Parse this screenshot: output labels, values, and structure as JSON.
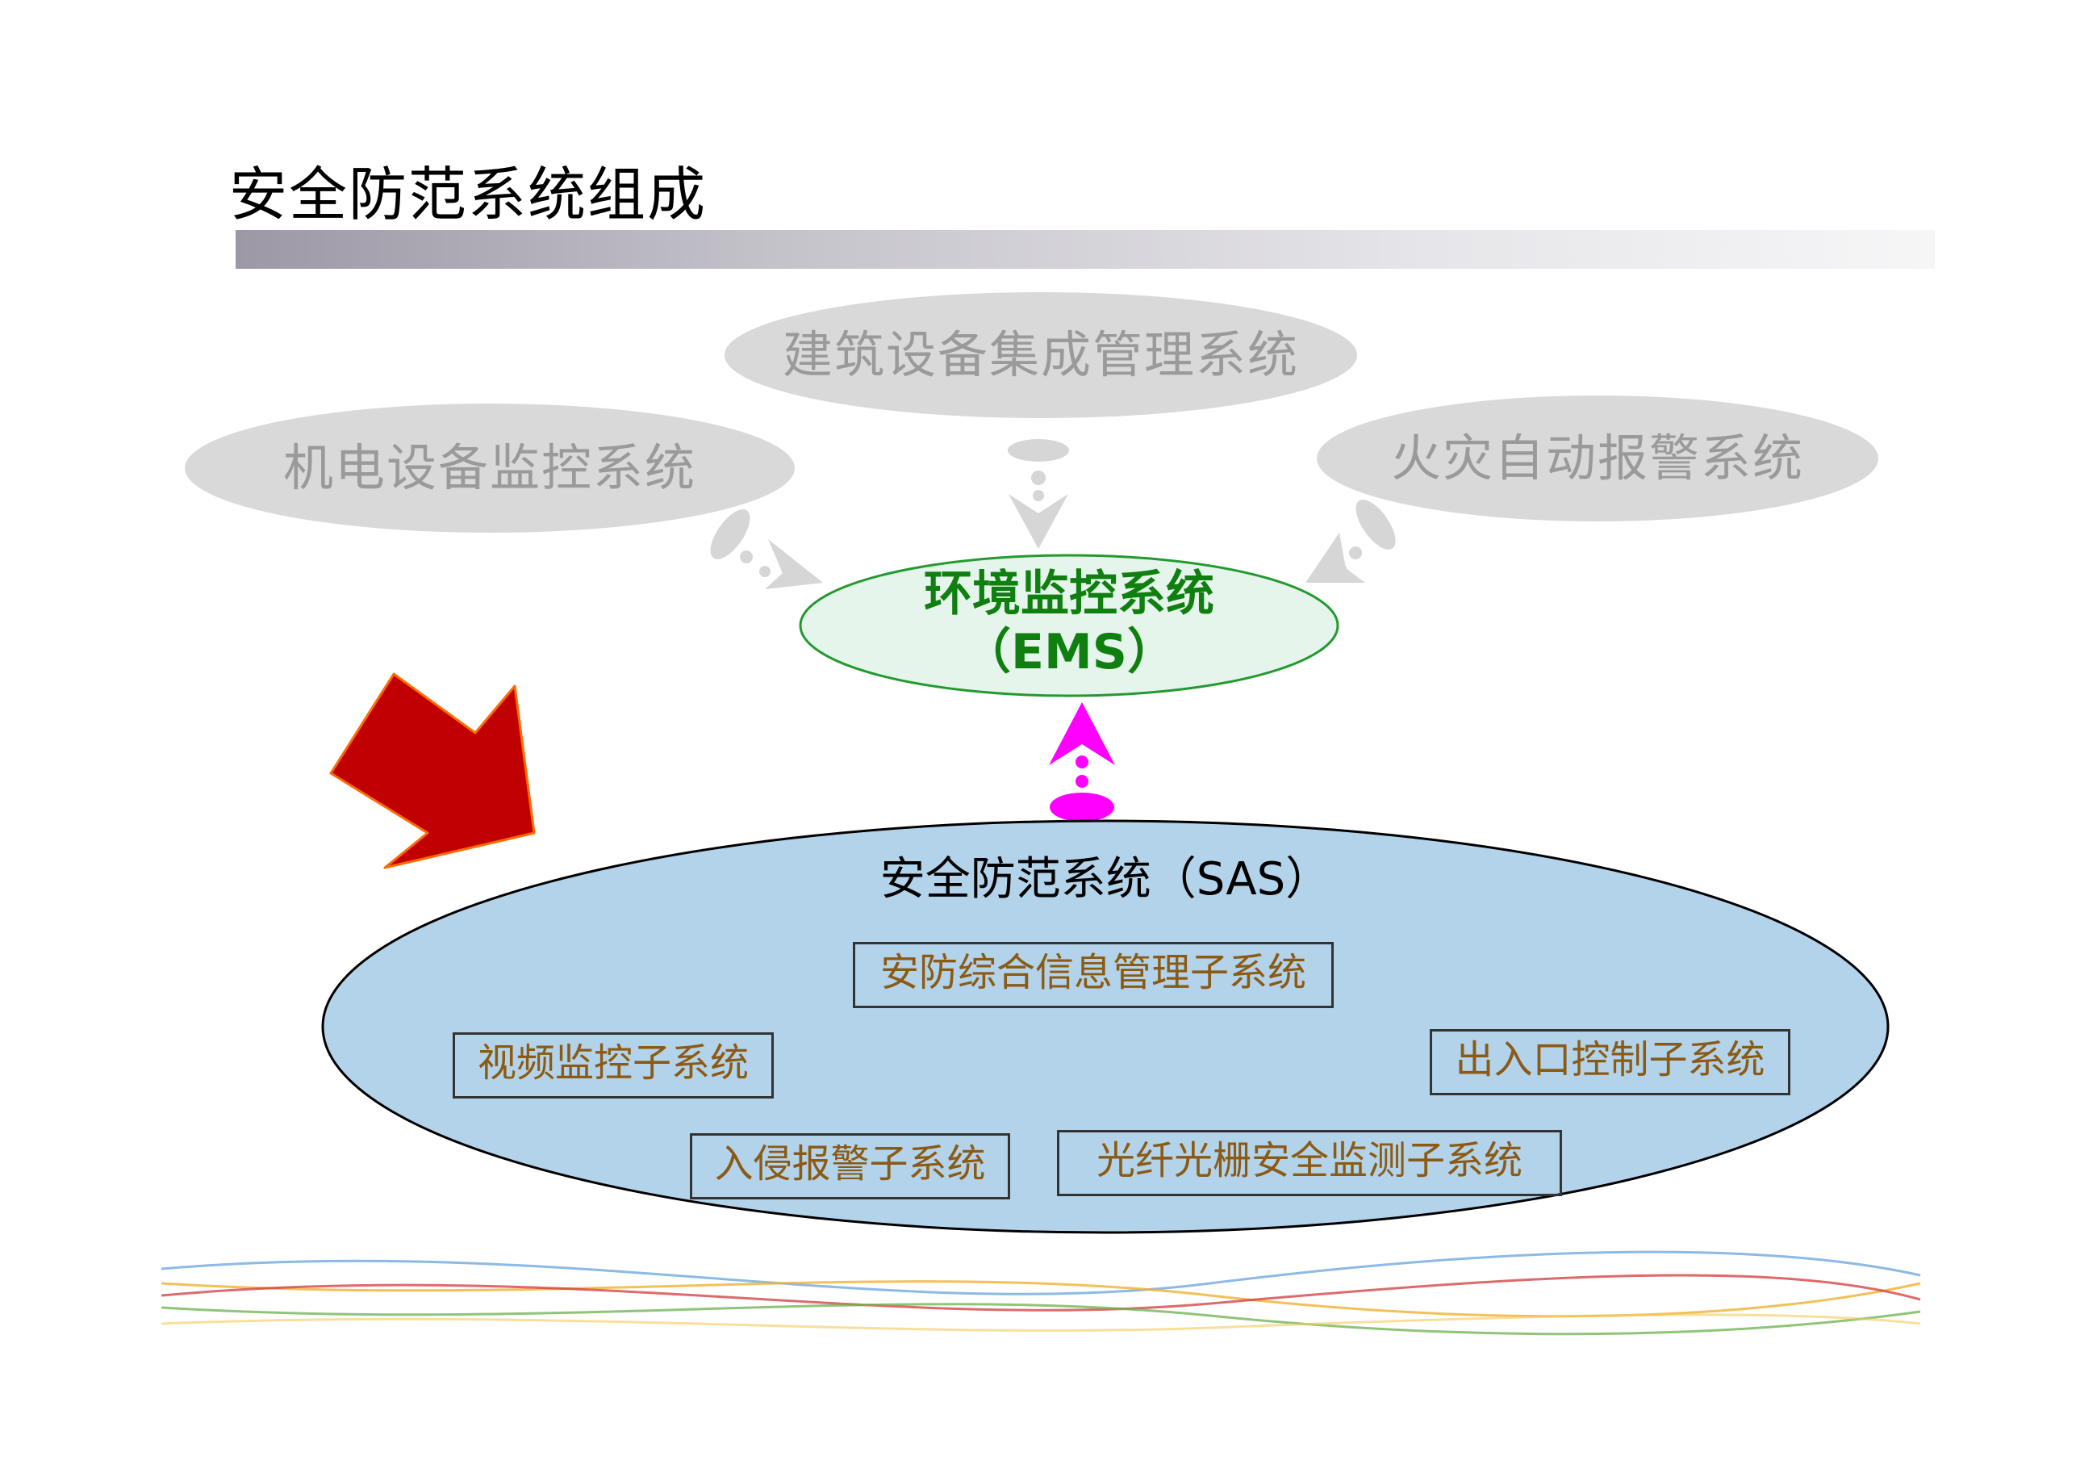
{
  "title": "安全防范系统组成",
  "peers": {
    "building": "建筑设备集成管理系统",
    "electro": "机电设备监控系统",
    "fire": "火灾自动报警系统"
  },
  "ems": {
    "name": "环境监控系统",
    "abbr": "（EMS）"
  },
  "sas": {
    "name": "安全防范系统（SAS）",
    "subsystems": {
      "info": "安防综合信息管理子系统",
      "video": "视频监控子系统",
      "access": "出入口控制子系统",
      "intrusion": "入侵报警子系统",
      "fiber": "光纤光栅安全监测子系统"
    }
  },
  "colors": {
    "peer_fill": "#d9d9d9",
    "peer_text": "#9a9a9a",
    "ems_fill": "#e6f5ec",
    "ems_text": "#0f7f0f",
    "sas_fill": "#b3d3ea",
    "sub_text": "#8b5a14",
    "connector_grey": "#d6d6d6",
    "connector_magenta": "#ff00ff",
    "big_arrow": "#c00000"
  }
}
